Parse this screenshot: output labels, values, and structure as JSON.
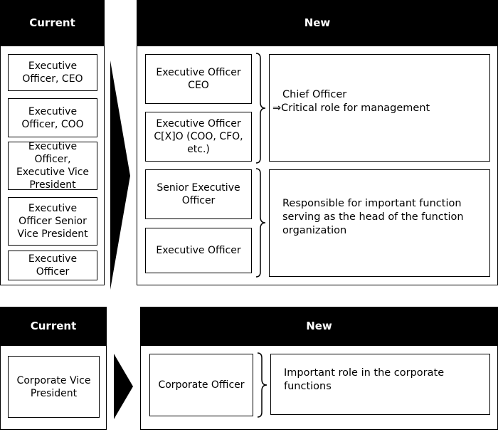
{
  "section1": {
    "current_header": "Current",
    "new_header": "New",
    "current_items": [
      "Executive Officer, CEO",
      "Executive Officer, COO",
      "Executive Officer, Executive Vice President",
      "Executive Officer Senior Vice President",
      "Executive Officer"
    ],
    "new_items": [
      "Executive Officer CEO",
      "Executive Officer C[X]O (COO, CFO, etc.)",
      "Senior Executive Officer",
      "Executive Officer"
    ],
    "desc1": {
      "line1": "Chief Officer",
      "line2": "⇒Critical role for management"
    },
    "desc2": {
      "line1": "Responsible for important function",
      "line2": "serving as the head of the function",
      "line3": "organization"
    }
  },
  "section2": {
    "current_header": "Current",
    "new_header": "New",
    "current_item": "Corporate Vice President",
    "new_item": "Corporate Officer",
    "desc": {
      "line1": "Important role in the corporate",
      "line2": "functions"
    }
  }
}
